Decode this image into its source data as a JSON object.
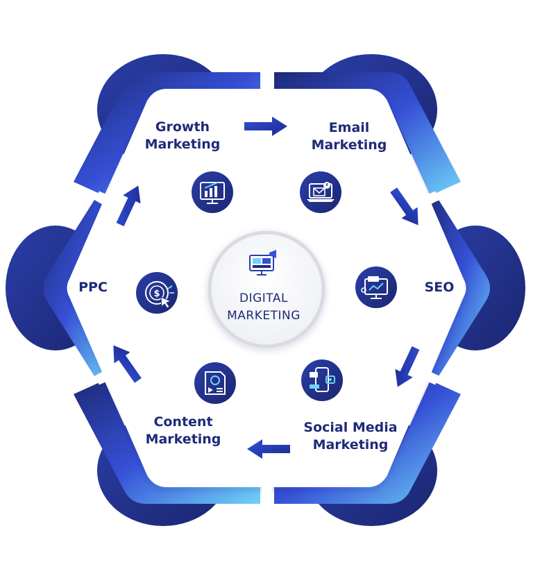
{
  "center": {
    "label": "DIGITAL\nMARKETING",
    "icon": "digital-marketing-icon"
  },
  "colors": {
    "dark": "#1e2a78",
    "mid": "#3650d6",
    "light": "#6fd3f7",
    "text": "#1e2a78"
  },
  "segments": [
    {
      "id": "growth-marketing",
      "label": "Growth\nMarketing",
      "icon": "growth-chart-icon"
    },
    {
      "id": "email-marketing",
      "label": "Email\nMarketing",
      "icon": "email-laptop-icon"
    },
    {
      "id": "seo",
      "label": "SEO",
      "icon": "seo-monitor-icon"
    },
    {
      "id": "social-media-marketing",
      "label": "Social Media\nMarketing",
      "icon": "social-phone-icon"
    },
    {
      "id": "content-marketing",
      "label": "Content\nMarketing",
      "icon": "content-video-icon"
    },
    {
      "id": "ppc",
      "label": "PPC",
      "icon": "ppc-dollar-icon"
    }
  ]
}
